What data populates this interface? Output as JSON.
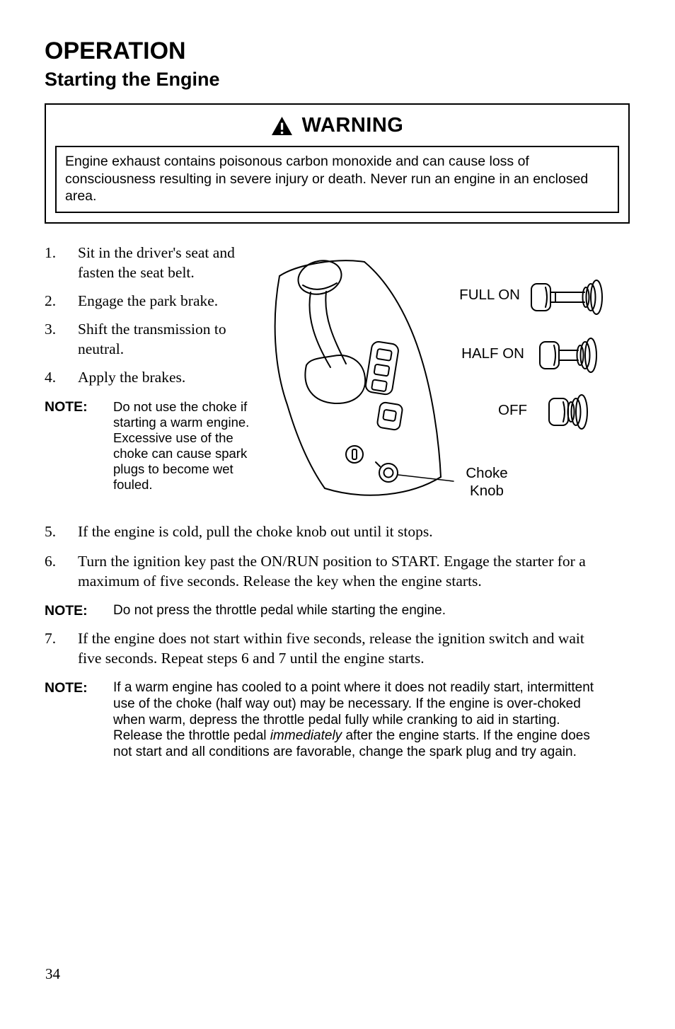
{
  "page": {
    "title": "OPERATION",
    "subtitle": "Starting the Engine",
    "page_number": "34"
  },
  "warning": {
    "label": "WARNING",
    "body": "Engine exhaust contains poisonous carbon monoxide and can cause loss of consciousness resulting in severe injury or death. Never run an engine in an enclosed area."
  },
  "steps": [
    {
      "num": "1.",
      "text": "Sit in the driver's seat and fasten the seat belt."
    },
    {
      "num": "2.",
      "text": "Engage the park brake."
    },
    {
      "num": "3.",
      "text": "Shift the transmission to neutral."
    },
    {
      "num": "4.",
      "text": "Apply the brakes."
    },
    {
      "num": "5.",
      "text": "If the engine is cold, pull the choke knob out until it stops."
    },
    {
      "num": "6.",
      "text": "Turn the ignition key past the ON/RUN position to START. Engage the starter for a maximum of five seconds. Release the key when the engine starts."
    },
    {
      "num": "7.",
      "text": "If the engine does not start within five seconds, release the ignition switch and wait five seconds. Repeat steps 6 and 7 until the engine starts."
    }
  ],
  "notes": {
    "note1": {
      "label": "NOTE:",
      "text": "Do not use the choke if starting a warm engine. Excessive use of the choke can cause spark plugs to become wet fouled."
    },
    "note2": {
      "label": "NOTE:",
      "text": "Do not press the throttle pedal while starting the engine."
    },
    "note3": {
      "label": "NOTE:",
      "text_start": "If a warm engine has cooled to a point where it does not readily start, intermittent use of the choke (half way out) may be necessary. If the engine is over-choked when warm, depress the throttle pedal fully while cranking to aid in starting. Release the throttle pedal ",
      "text_italic": "immediately",
      "text_end": " after the engine starts. If the engine does not start and all conditions are favorable, change the spark plug and try again."
    }
  },
  "figure": {
    "label_full_on": "FULL ON",
    "label_half_on": "HALF ON",
    "label_off": "OFF",
    "label_choke": "Choke Knob"
  }
}
